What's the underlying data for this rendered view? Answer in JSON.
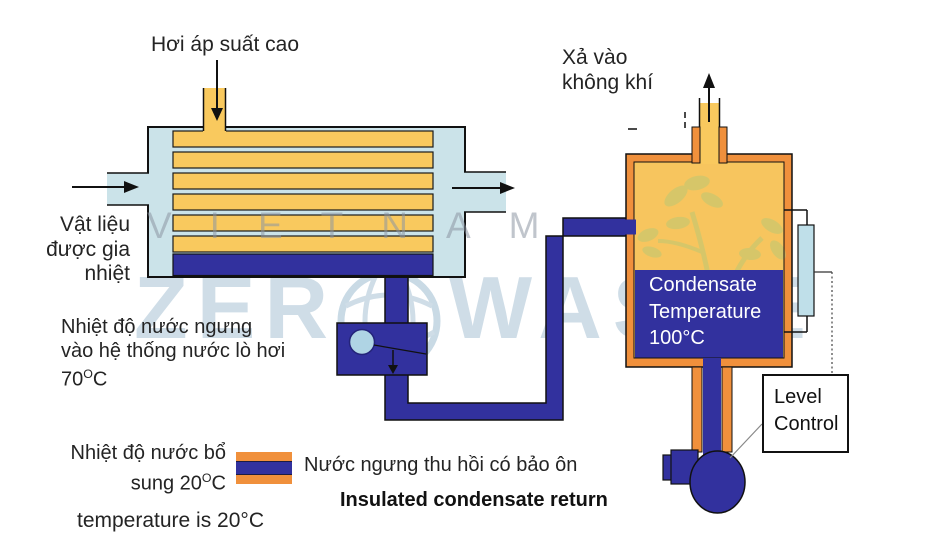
{
  "labels": {
    "steam_inlet": "Hơi áp suất cao",
    "vent_line1": "Xả vào",
    "vent_line2": "không khí",
    "material_line1": "Vật liệu",
    "material_line2": "được gia",
    "material_line3": "nhiệt",
    "trap_note_line1": "Nhiệt độ nước ngưng",
    "trap_note_line2": "vào hệ thống nước lò hơi",
    "trap_note_temp": "70",
    "trap_note_sup": "O",
    "trap_note_unit": "C",
    "tank_line1": "Condensate",
    "tank_line2": "Temperature",
    "tank_line3": "100°C",
    "level_line1": "Level",
    "level_line2": "Control",
    "makeup_line1": "Nhiệt độ nước bổ",
    "makeup_line2_pre": "sung 20",
    "makeup_line2_sup": "O",
    "makeup_line2_post": "C",
    "legend_pipe": "Nước ngưng thu hồi có bảo ôn",
    "insulated_return": "Insulated condensate return",
    "temperature_note": "temperature is 20°C"
  },
  "watermark": {
    "word": "VIETNAM",
    "brand_left": "ZER",
    "brand_right": "WASTE"
  },
  "colors": {
    "steam_yellow": "#f9c95e",
    "shell_pale_blue": "#cbe3e9",
    "condensate_dark_blue": "#32319e",
    "insulation_orange": "#f0903c",
    "sight_glass_blue": "#bfdfe9",
    "watermark_blue": "#cfdde7"
  }
}
